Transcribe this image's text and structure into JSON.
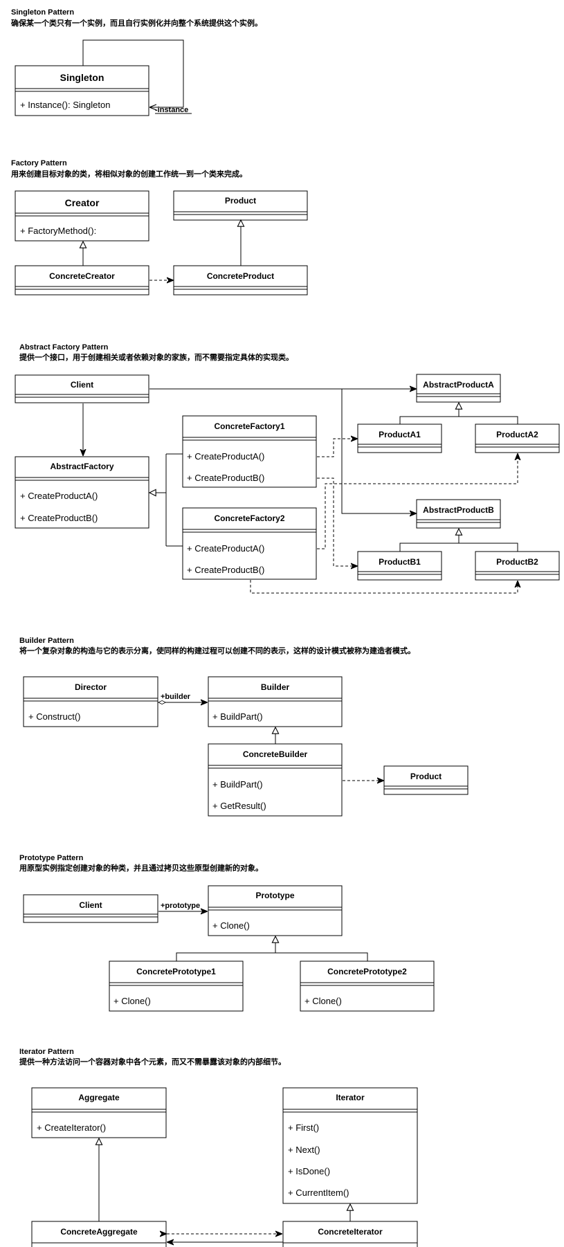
{
  "sections": [
    {
      "title": "Singleton Pattern",
      "description": "确保某一个类只有一个实例，而且自行实例化并向整个系统提供这个实例。",
      "classes": {
        "singleton": {
          "name": "Singleton",
          "ops": [
            "+ Instance(): Singleton"
          ]
        }
      },
      "labels": {
        "self_assoc": "-instance"
      }
    },
    {
      "title": "Factory Pattern",
      "description": "用来创建目标对象的类，将相似对象的创建工作统一到一个类来完成。",
      "classes": {
        "creator": {
          "name": "Creator",
          "ops": [
            "+ FactoryMethod():"
          ]
        },
        "product": {
          "name": "Product"
        },
        "concrete_creator": {
          "name": "ConcreteCreator"
        },
        "concrete_product": {
          "name": "ConcreteProduct"
        }
      }
    },
    {
      "title": "Abstract Factory Pattern",
      "description": "提供一个接口，用于创建相关或者依赖对象的家族，而不需要指定具体的实现类。",
      "classes": {
        "client": {
          "name": "Client"
        },
        "abstract_factory": {
          "name": "AbstractFactory",
          "ops": [
            "+ CreateProductA()",
            "+ CreateProductB()"
          ]
        },
        "concrete_factory1": {
          "name": "ConcreteFactory1",
          "ops": [
            "+ CreateProductA()",
            "+ CreateProductB()"
          ]
        },
        "concrete_factory2": {
          "name": "ConcreteFactory2",
          "ops": [
            "+ CreateProductA()",
            "+ CreateProductB()"
          ]
        },
        "abstract_product_a": {
          "name": "AbstractProductA"
        },
        "product_a1": {
          "name": "ProductA1"
        },
        "product_a2": {
          "name": "ProductA2"
        },
        "abstract_product_b": {
          "name": "AbstractProductB"
        },
        "product_b1": {
          "name": "ProductB1"
        },
        "product_b2": {
          "name": "ProductB2"
        }
      }
    },
    {
      "title": "Builder Pattern",
      "description": "将一个复杂对象的构造与它的表示分离，使同样的构建过程可以创建不同的表示，这样的设计模式被称为建造者模式。",
      "classes": {
        "director": {
          "name": "Director",
          "ops": [
            "+ Construct()"
          ]
        },
        "builder": {
          "name": "Builder",
          "ops": [
            "+ BuildPart()"
          ]
        },
        "concrete_builder": {
          "name": "ConcreteBuilder",
          "ops": [
            "+ BuildPart()",
            "+ GetResult()"
          ]
        },
        "product": {
          "name": "Product"
        }
      },
      "labels": {
        "builder_assoc": "+builder"
      }
    },
    {
      "title": "Prototype Pattern",
      "description": "用原型实例指定创建对象的种类，并且通过拷贝这些原型创建新的对象。",
      "classes": {
        "client": {
          "name": "Client"
        },
        "prototype": {
          "name": "Prototype",
          "ops": [
            "+ Clone()"
          ]
        },
        "concrete_prototype1": {
          "name": "ConcretePrototype1",
          "ops": [
            "+ Clone()"
          ]
        },
        "concrete_prototype2": {
          "name": "ConcretePrototype2",
          "ops": [
            "+ Clone()"
          ]
        }
      },
      "labels": {
        "prototype_assoc": "+prototype"
      }
    },
    {
      "title": "Iterator Pattern",
      "description": "提供一种方法访问一个容器对象中各个元素，而又不需暴露该对象的内部细节。",
      "classes": {
        "aggregate": {
          "name": "Aggregate",
          "ops": [
            "+ CreateIterator()"
          ]
        },
        "iterator": {
          "name": "Iterator",
          "ops": [
            "+ First()",
            "+ Next()",
            "+ IsDone()",
            "+ CurrentItem()"
          ]
        },
        "concrete_aggregate": {
          "name": "ConcreteAggregate"
        },
        "concrete_iterator": {
          "name": "ConcreteIterator"
        }
      }
    }
  ]
}
